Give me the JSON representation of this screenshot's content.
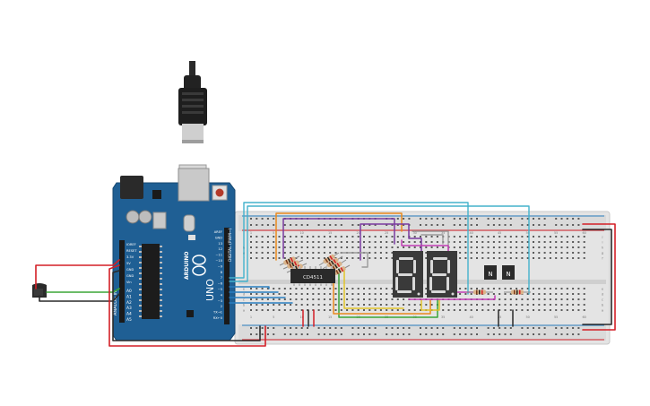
{
  "arduino": {
    "brand_vertical": "ARDUINO",
    "model_vertical": "UNO",
    "digital_header_label": "DIGITAL (PWM~)",
    "analog_header_label": "ANALOG IN",
    "power_labels": [
      "IOREF",
      "RESET",
      "3.3V",
      "5V",
      "GND",
      "GND",
      "Vin"
    ],
    "analog_pins": [
      "A0",
      "A1",
      "A2",
      "A3",
      "A4",
      "A5"
    ],
    "digital_pins": [
      "AREF",
      "GND",
      "13",
      "12",
      "~11",
      "~10",
      "~9",
      "8",
      "7",
      "~6",
      "~5",
      "4",
      "~3",
      "2",
      "TX→1",
      "RX←0"
    ]
  },
  "ic": {
    "label": "CD4511"
  },
  "transistors": [
    {
      "label": "N"
    },
    {
      "label": "N"
    }
  ],
  "breadboard": {
    "col_labels": [
      "1",
      "5",
      "10",
      "15",
      "20",
      "25",
      "30",
      "35",
      "40",
      "45",
      "50",
      "55",
      "60"
    ],
    "row_labels_top": [
      "j",
      "i",
      "h",
      "g",
      "f"
    ],
    "row_labels_bottom": [
      "e",
      "d",
      "c",
      "b",
      "a"
    ]
  },
  "colors": {
    "arduino_board": "#1f5f94",
    "breadboard": "#e4e4e4",
    "wire_red": "#d31f26",
    "wire_black": "#2a2a2a",
    "wire_green": "#3aa537",
    "wire_cyan": "#43b2cc",
    "wire_blue": "#2a7ec0",
    "wire_orange": "#e98a1d",
    "wire_purple": "#7a3aa0",
    "wire_gray": "#9a9a9a",
    "wire_yellow": "#e2c32a",
    "wire_magenta": "#c23cb4",
    "display_segment": "#d8d8d8",
    "display_body": "#3a3a3a"
  }
}
